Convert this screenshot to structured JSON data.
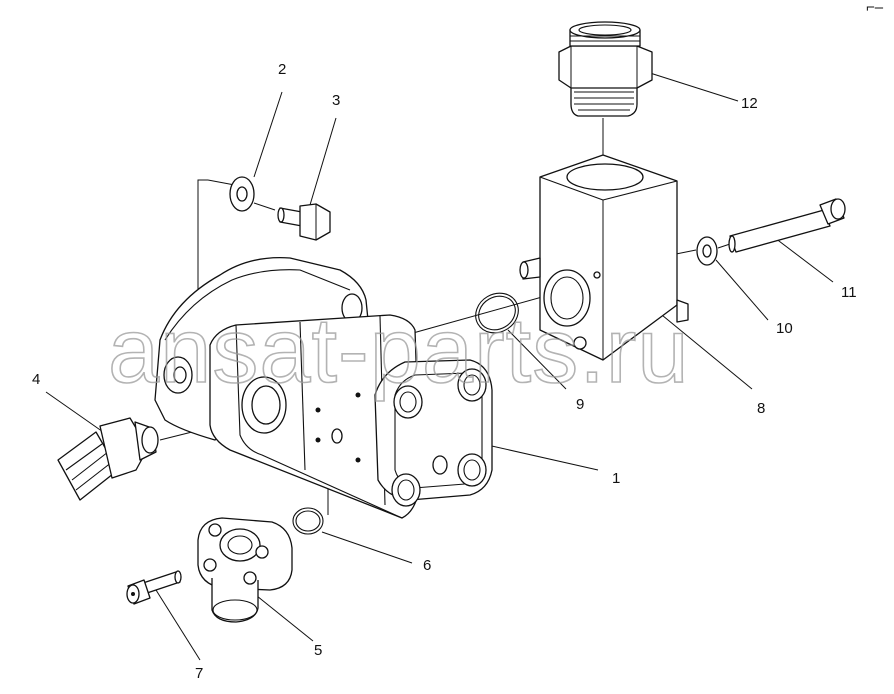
{
  "diagram": {
    "corner_mark": "⌐–",
    "watermark": "ansat-parts.ru",
    "callouts": [
      {
        "id": "1",
        "text": "1"
      },
      {
        "id": "2",
        "text": "2"
      },
      {
        "id": "3",
        "text": "3"
      },
      {
        "id": "4",
        "text": "4"
      },
      {
        "id": "5",
        "text": "5"
      },
      {
        "id": "6",
        "text": "6"
      },
      {
        "id": "7",
        "text": "7"
      },
      {
        "id": "8",
        "text": "8"
      },
      {
        "id": "9",
        "text": "9"
      },
      {
        "id": "10",
        "text": "10"
      },
      {
        "id": "11",
        "text": "11"
      },
      {
        "id": "12",
        "text": "12"
      }
    ]
  }
}
